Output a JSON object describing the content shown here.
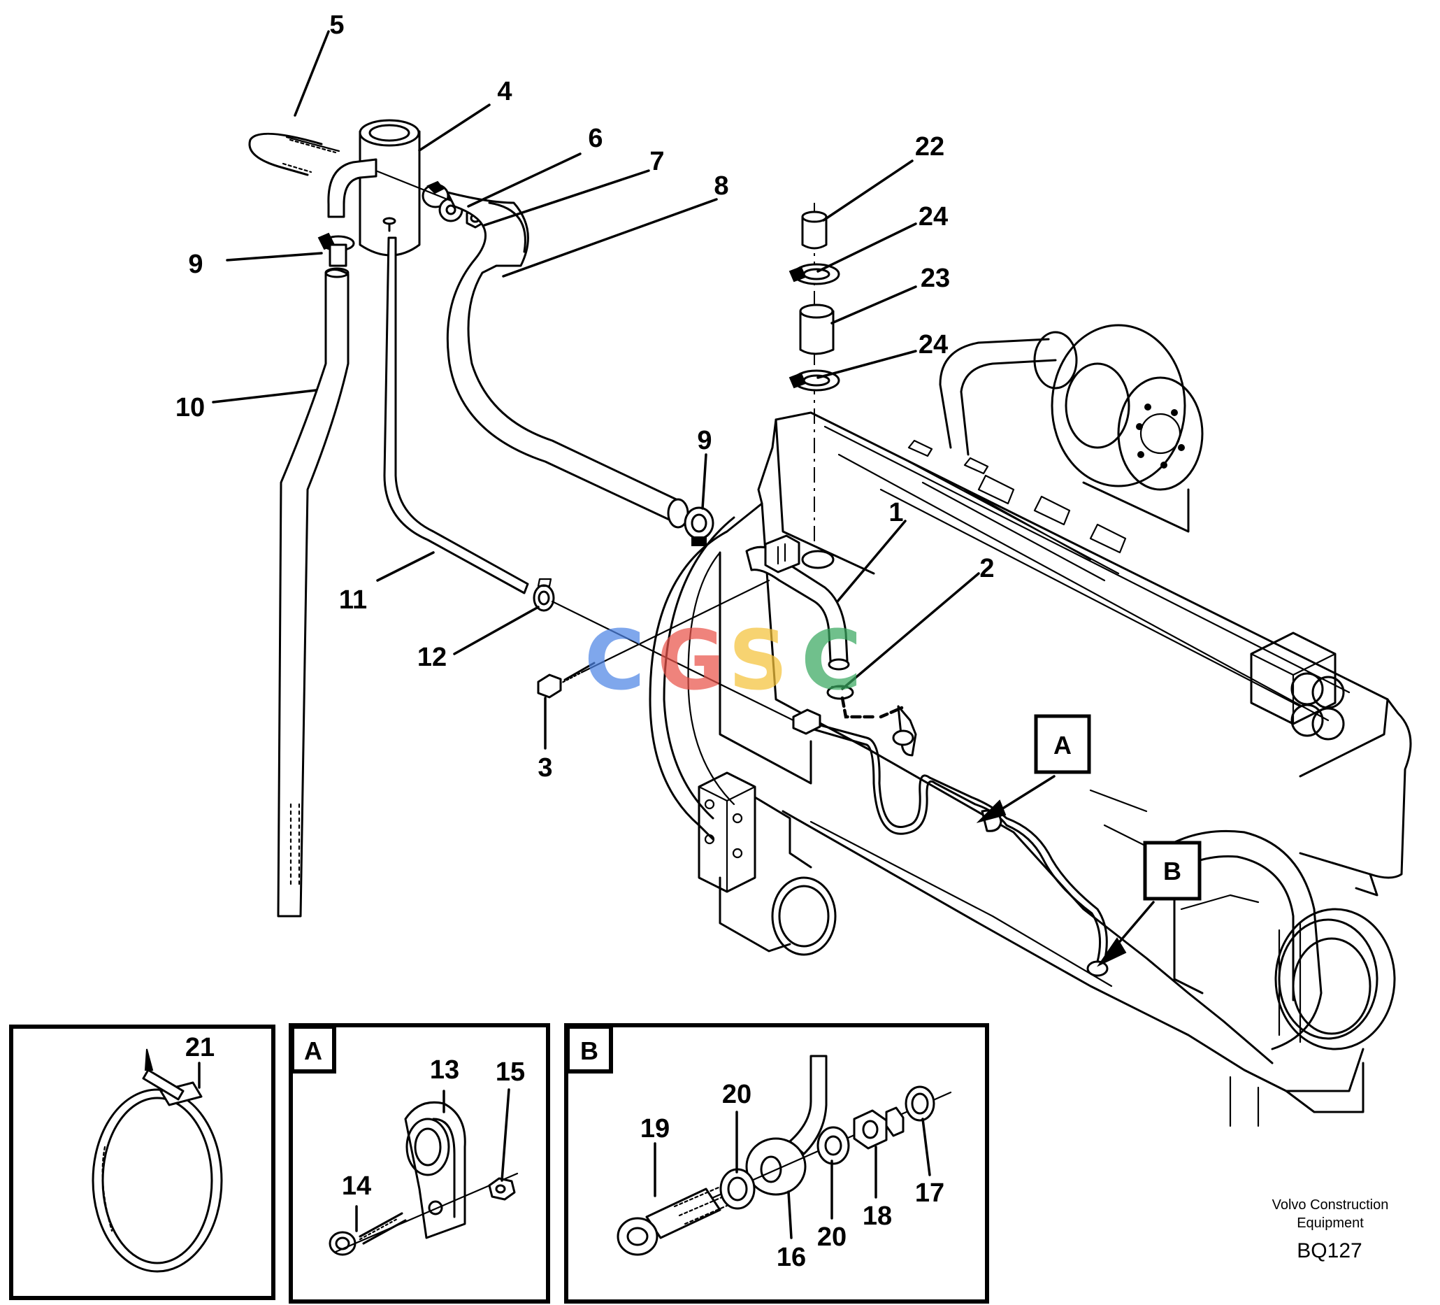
{
  "callouts": {
    "c1": "1",
    "c2": "2",
    "c3": "3",
    "c4": "4",
    "c5": "5",
    "c6": "6",
    "c7": "7",
    "c8": "8",
    "c9a": "9",
    "c9b": "9",
    "c10": "10",
    "c11": "11",
    "c12": "12",
    "c13": "13",
    "c14": "14",
    "c15": "15",
    "c16": "16",
    "c17": "17",
    "c18": "18",
    "c19": "19",
    "c20a": "20",
    "c20b": "20",
    "c21": "21",
    "c22": "22",
    "c23": "23",
    "c24a": "24",
    "c24b": "24"
  },
  "detail_refs": {
    "a_main": "A",
    "b_main": "B",
    "a_panel": "A",
    "b_panel": "B"
  },
  "caption": {
    "line1": "Volvo Construction",
    "line2": "Equipment",
    "code": "BQ127"
  },
  "watermark": {
    "letters": [
      "C",
      "G",
      "S",
      "C"
    ],
    "colors": [
      "#4f86e6",
      "#e9544b",
      "#f5c33b",
      "#3aa860"
    ]
  },
  "icons": [
    "hose-icon",
    "clamp-icon",
    "screw-icon",
    "washer-icon",
    "nut-icon",
    "cable-tie-icon",
    "engine-icon",
    "filter-icon"
  ]
}
